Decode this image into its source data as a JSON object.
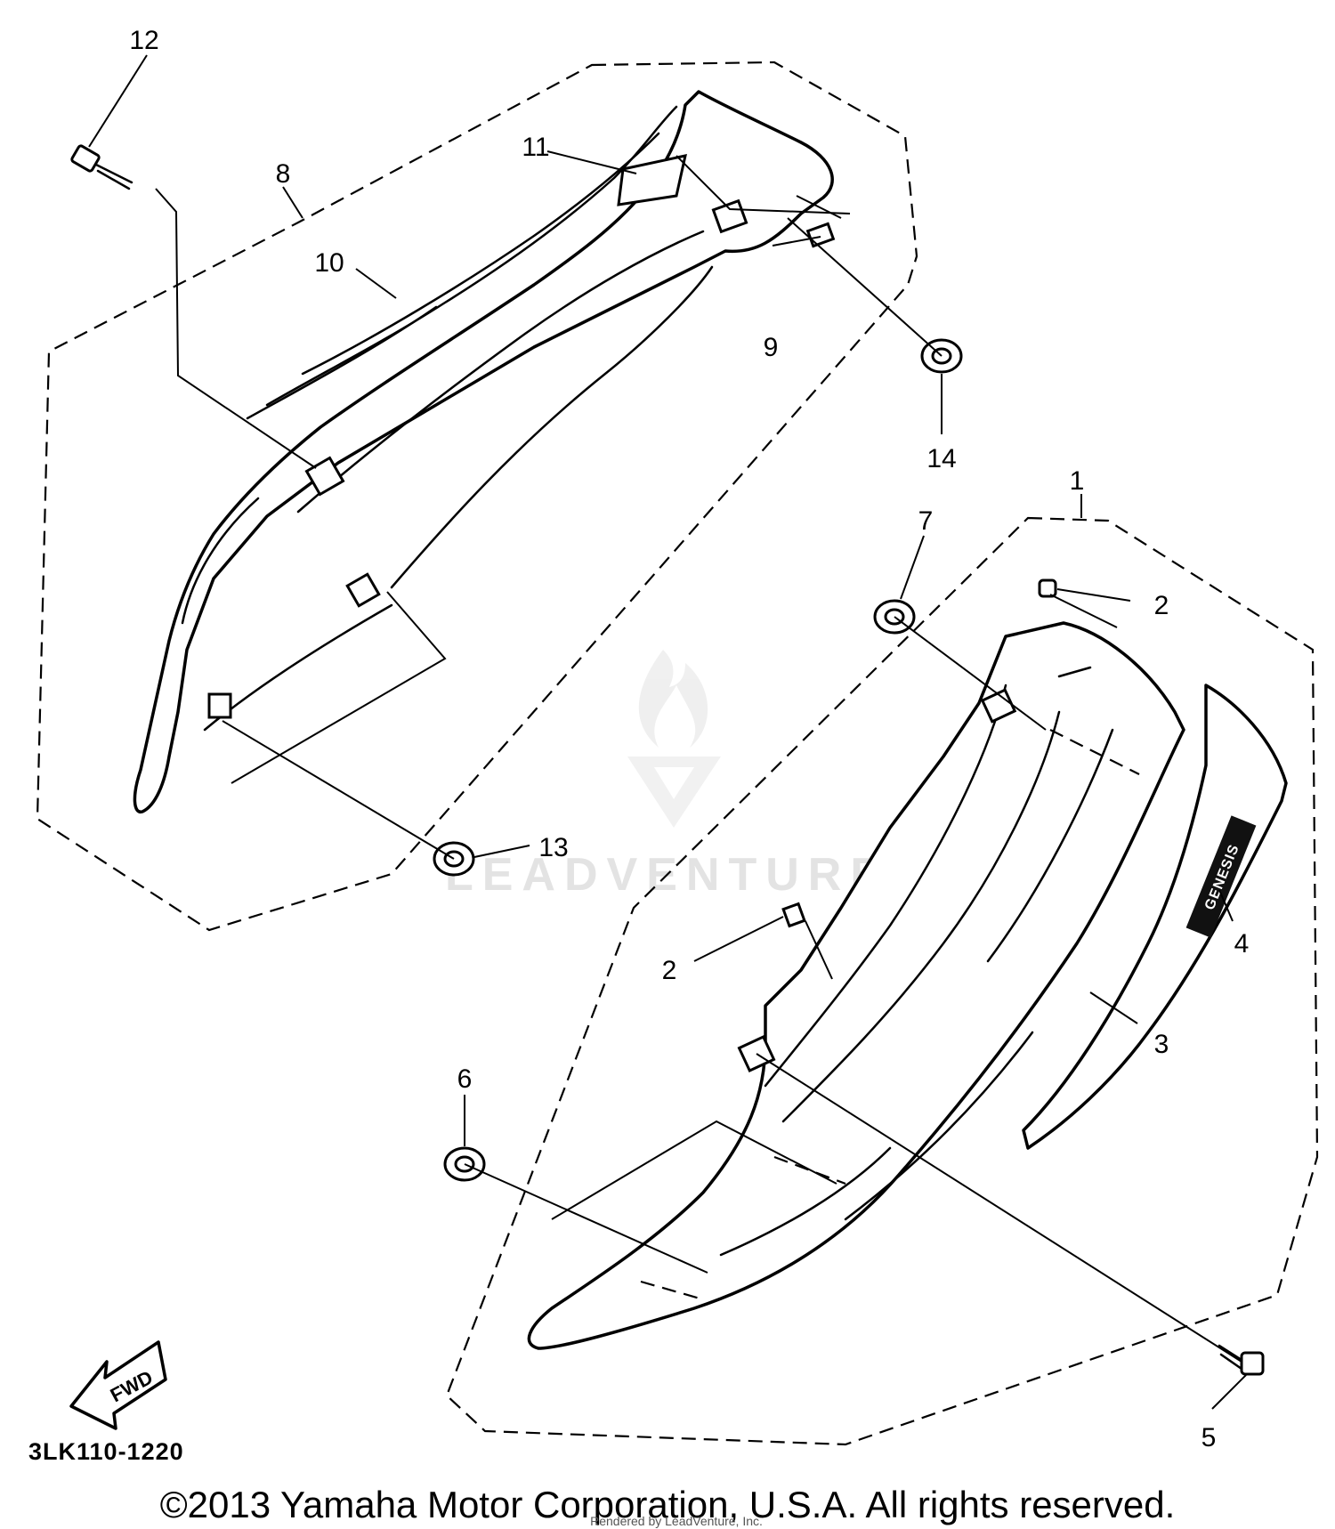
{
  "callouts": [
    {
      "id": "12",
      "label": "12"
    },
    {
      "id": "8",
      "label": "8"
    },
    {
      "id": "11",
      "label": "11"
    },
    {
      "id": "10",
      "label": "10"
    },
    {
      "id": "9",
      "label": "9"
    },
    {
      "id": "14",
      "label": "14"
    },
    {
      "id": "1",
      "label": "1"
    },
    {
      "id": "7",
      "label": "7"
    },
    {
      "id": "2a",
      "label": "2"
    },
    {
      "id": "2b",
      "label": "2"
    },
    {
      "id": "13",
      "label": "13"
    },
    {
      "id": "4",
      "label": "4"
    },
    {
      "id": "3",
      "label": "3"
    },
    {
      "id": "6",
      "label": "6"
    },
    {
      "id": "5",
      "label": "5"
    }
  ],
  "fwd_label": "FWD",
  "decal_text": "GENESIS",
  "diagram_code": "3LK110-1220",
  "copyright": "©2013 Yamaha Motor Corporation, U.S.A. All rights reserved.",
  "watermark": "LEADVENTURE",
  "rendered_by": "Rendered by LeadVenture, Inc."
}
